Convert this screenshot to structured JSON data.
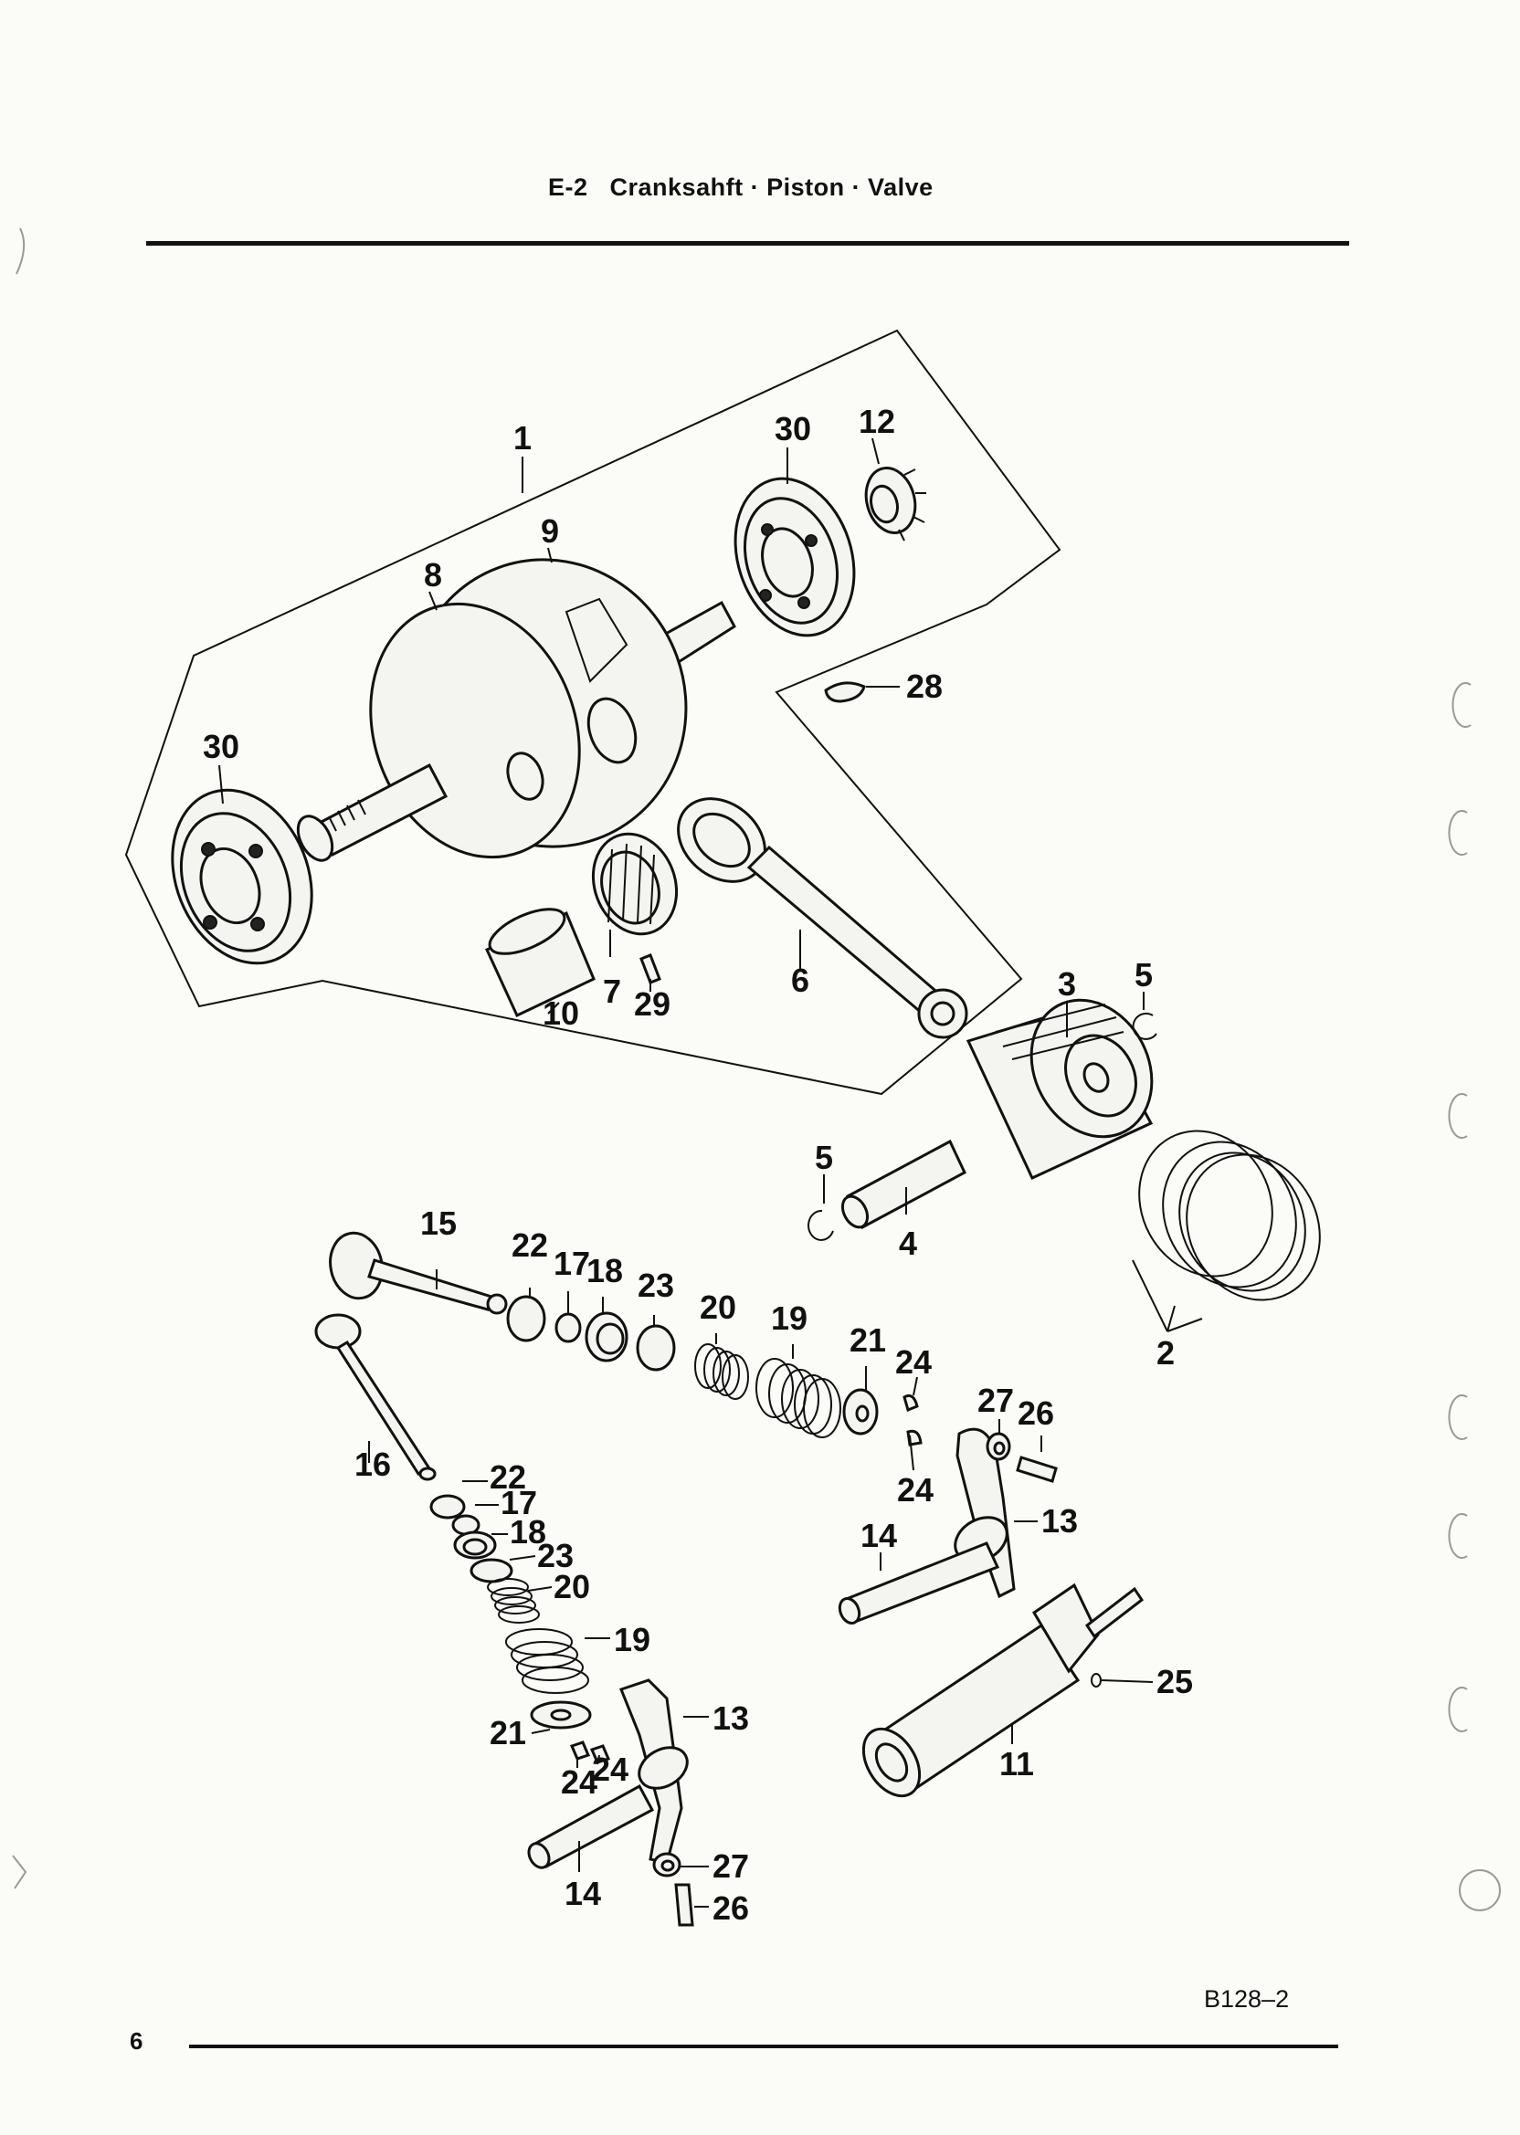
{
  "header": {
    "code": "E-2",
    "title": "Cranksahft · Piston · Valve"
  },
  "footer": {
    "page_number": "6",
    "diagram_code": "B128–2"
  },
  "labels": {
    "l1": "1",
    "l30a": "30",
    "l12": "12",
    "l9": "9",
    "l8": "8",
    "l28": "28",
    "l30b": "30",
    "l6": "6",
    "l7": "7",
    "l29": "29",
    "l10": "10",
    "l3": "3",
    "l5a": "5",
    "l5b": "5",
    "l4": "4",
    "l2": "2",
    "l15": "15",
    "l22a": "22",
    "l17a": "17",
    "l18a": "18",
    "l23a": "23",
    "l20a": "20",
    "l19a": "19",
    "l21a": "21",
    "l24a": "24",
    "l27a": "27",
    "l26a": "26",
    "l24b": "24",
    "l13a": "13",
    "l14a": "14",
    "l16": "16",
    "l22b": "22",
    "l17b": "17",
    "l18b": "18",
    "l23b": "23",
    "l20b": "20",
    "l19b": "19",
    "l25": "25",
    "l21b": "21",
    "l13b": "13",
    "l24c": "24",
    "l24d": "24",
    "l11": "11",
    "l27b": "27",
    "l14b": "14",
    "l26b": "26"
  }
}
